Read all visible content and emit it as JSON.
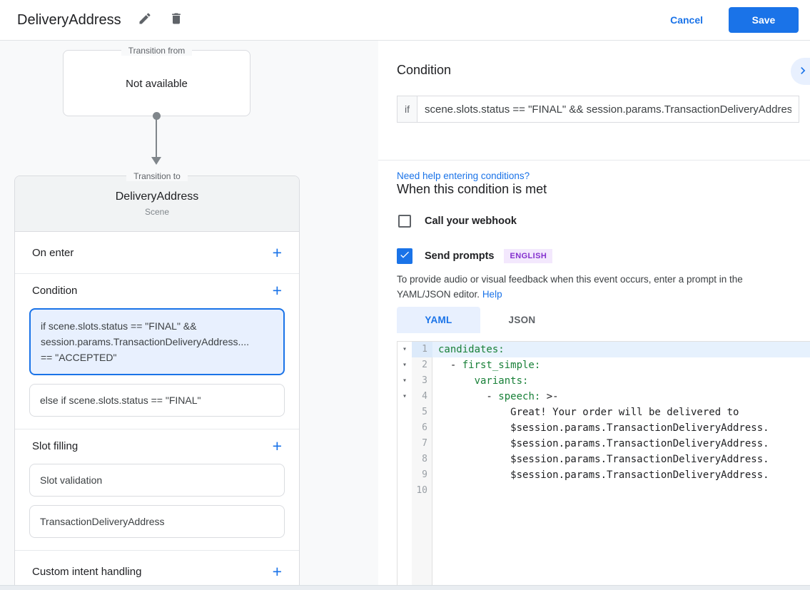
{
  "header": {
    "title": "DeliveryAddress",
    "cancel_label": "Cancel",
    "save_label": "Save"
  },
  "icons": {
    "plus": "+",
    "fold_arrow": "▾"
  },
  "flow": {
    "from_legend": "Transition from",
    "from_value": "Not available",
    "to_legend": "Transition to",
    "to_title": "DeliveryAddress",
    "to_subtitle": "Scene",
    "on_enter_label": "On enter",
    "condition_label": "Condition",
    "condition_selected_line1": "if scene.slots.status == \"FINAL\" &&",
    "condition_selected_line2": "session.params.TransactionDeliveryAddress....",
    "condition_selected_line3": "== \"ACCEPTED\"",
    "condition_else": "else if scene.slots.status == \"FINAL\"",
    "slot_filling_label": "Slot filling",
    "slot_item1": "Slot validation",
    "slot_item2": "TransactionDeliveryAddress",
    "custom_intent_label": "Custom intent handling"
  },
  "condition_panel": {
    "heading": "Condition",
    "if_label": "if",
    "if_value": "scene.slots.status == \"FINAL\" && session.params.TransactionDeliveryAddres",
    "help_link": "Need help entering conditions?",
    "when_heading": "When this condition is met",
    "webhook_label": "Call your webhook",
    "send_prompts_label": "Send prompts",
    "language_badge": "ENGLISH",
    "description": "To provide audio or visual feedback when this event occurs, enter a prompt in the YAML/JSON editor.",
    "help_label": "Help"
  },
  "editor": {
    "yaml_tab": "YAML",
    "json_tab": "JSON",
    "lines": [
      {
        "fold": "▾",
        "num": "1",
        "pre": "",
        "key": "candidates:",
        "post": ""
      },
      {
        "fold": "▾",
        "num": "2",
        "pre": "  - ",
        "key": "first_simple:",
        "post": ""
      },
      {
        "fold": "▾",
        "num": "3",
        "pre": "      ",
        "key": "variants:",
        "post": ""
      },
      {
        "fold": "▾",
        "num": "4",
        "pre": "        - ",
        "key": "speech:",
        "post": " >-"
      },
      {
        "fold": "",
        "num": "5",
        "pre": "            Great! Your order will be delivered to",
        "key": "",
        "post": ""
      },
      {
        "fold": "",
        "num": "6",
        "pre": "            $session.params.TransactionDeliveryAddress.",
        "key": "",
        "post": ""
      },
      {
        "fold": "",
        "num": "7",
        "pre": "            $session.params.TransactionDeliveryAddress.",
        "key": "",
        "post": ""
      },
      {
        "fold": "",
        "num": "8",
        "pre": "            $session.params.TransactionDeliveryAddress.",
        "key": "",
        "post": ""
      },
      {
        "fold": "",
        "num": "9",
        "pre": "            $session.params.TransactionDeliveryAddress.",
        "key": "",
        "post": ""
      },
      {
        "fold": "",
        "num": "10",
        "pre": "",
        "key": "",
        "post": ""
      }
    ]
  },
  "colors": {
    "accent_blue": "#1a73e8",
    "selected_condition_bg": "#e8f0fe",
    "yaml_key_green": "#188038",
    "badge_text_purple": "#8430ce",
    "badge_bg_purple": "#f3e8fd",
    "panel_bg": "#f8f9fa"
  }
}
